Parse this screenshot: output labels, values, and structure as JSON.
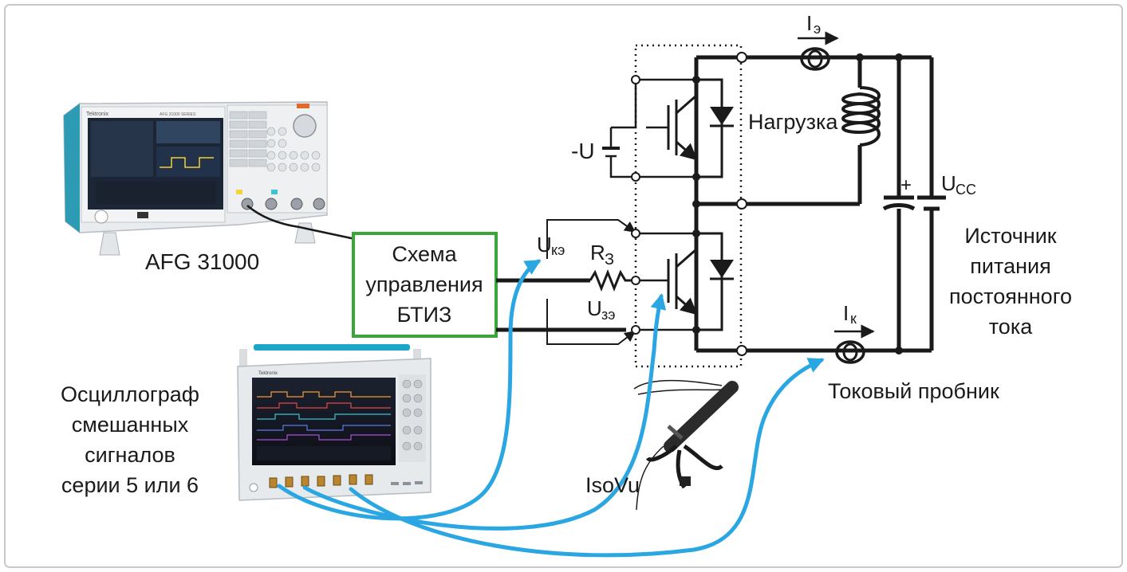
{
  "labels": {
    "afg": "AFG 31000",
    "control_l1": "Схема",
    "control_l2": "управления",
    "control_l3": "БТИЗ",
    "osc_l1": "Осциллограф",
    "osc_l2": "смешанных",
    "osc_l3": "сигналов",
    "osc_l4": "серии 5 или 6",
    "minus_u": "-U",
    "load": "Нагрузка",
    "source_l1": "Источник",
    "source_l2": "питания",
    "source_l3": "постоянного",
    "source_l4": "тока",
    "current_probe": "Токовый пробник",
    "isovu": "IsoVu",
    "ie_main": "I",
    "ie_sub": "э",
    "ik_main": "I",
    "ik_sub": "к",
    "uce_main": "U",
    "uce_sub": "кэ",
    "rg_main": "R",
    "rg_sub": "З",
    "uge_main": "U",
    "uge_sub": "зэ",
    "ucc_main": "U",
    "ucc_sub": "CC",
    "plus": "+"
  },
  "afg_brand": "Tektronix",
  "afg_model": "AFG 31000 SERIES",
  "osc_brand": "Tektronix",
  "colors": {
    "control_box_border": "#3aa63a",
    "probe_lead": "#2aa6e2",
    "wire": "#1a1a1a",
    "frame_border": "#c8c8c8"
  }
}
